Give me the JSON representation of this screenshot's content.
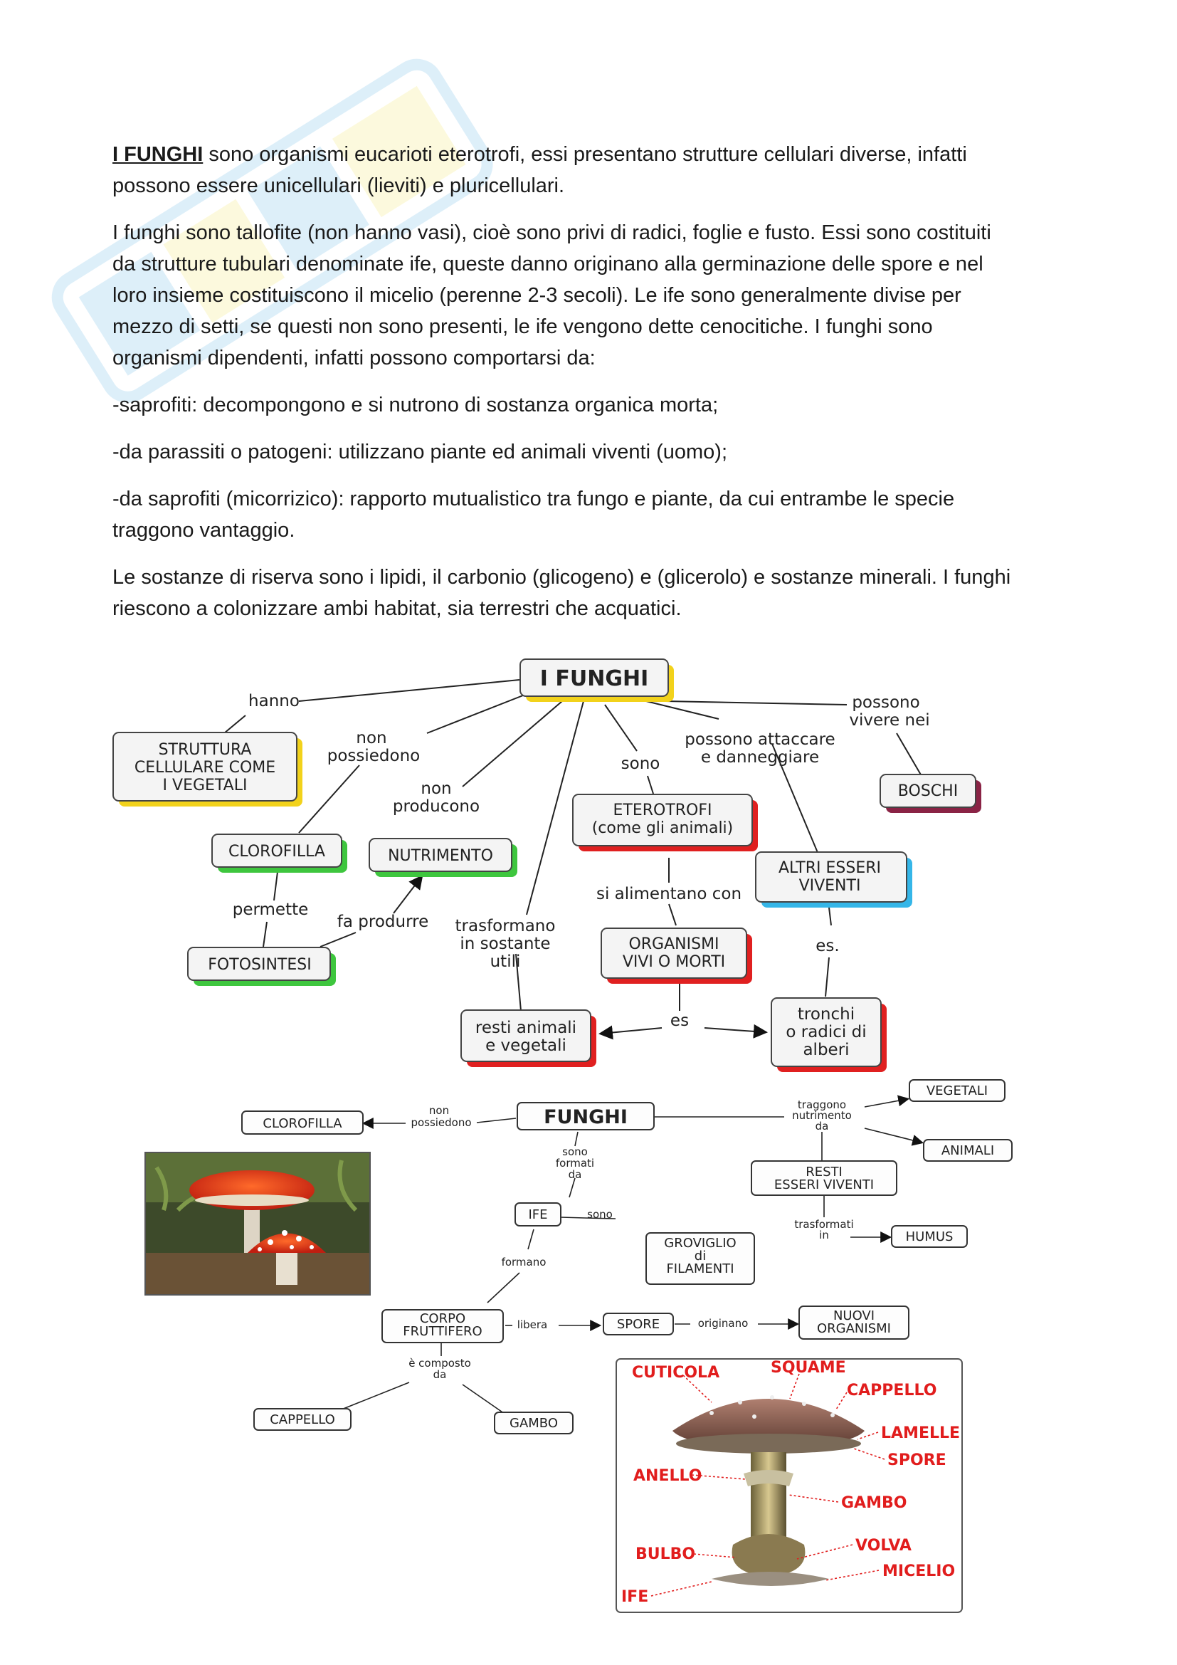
{
  "paragraphs": {
    "p1_lead": "I FUNGHI",
    "p1_rest_line1": " sono organismi eucarioti eterotrofi, essi presentano strutture cellulari diverse, infatti",
    "p1_line2": "possono essere unicellulari (lieviti) e pluricellulari.",
    "p2_line1": "I funghi sono tallofite (non hanno vasi), cioè sono privi di radici, foglie e fusto. Essi sono costituiti",
    "p2_line2": "da strutture tubulari denominate ife, queste danno originano alla germinazione delle spore e nel",
    "p2_line3": "loro insieme costituiscono il micelio (perenne 2-3 secoli). Le ife sono generalmente divise per",
    "p2_line4": "mezzo di setti, se questi non sono presenti, le ife vengono dette cenocitiche. I funghi sono",
    "p2_line5": "organismi dipendenti, infatti possono comportarsi da:",
    "p3": "-saprofiti: decompongono e si nutrono di sostanza organica morta;",
    "p4": "-da parassiti o patogeni: utilizzano piante ed animali viventi (uomo);",
    "p5_line1": "-da saprofiti (micorrizico): rapporto mutualistico tra fungo e piante, da cui entrambe le specie",
    "p5_line2": "traggono vantaggio.",
    "p6_line1": "Le sostanze di riserva sono i lipidi, il carbonio (glicogeno) e (glicerolo) e sostanze minerali. I funghi",
    "p6_line2": "riescono a colonizzare ambi habitat, sia terrestri che acquatici."
  },
  "map1": {
    "root": "I FUNGHI",
    "hanno": "hanno",
    "struttura": [
      "STRUTTURA",
      "CELLULARE COME",
      "I VEGETALI"
    ],
    "non_possiedono": [
      "non",
      "possiedono"
    ],
    "clorofilla": "CLOROFILLA",
    "permette": "permette",
    "fotosintesi": "FOTOSINTESI",
    "fa_produrre": "fa produrre",
    "non_producono": [
      "non",
      "producono"
    ],
    "nutrimento": "NUTRIMENTO",
    "trasformano": [
      "trasformano",
      "in sostante",
      "utili"
    ],
    "resti": [
      "resti animali",
      "e vegetali"
    ],
    "sono": "sono",
    "eterotrofi": [
      "ETEROTROFI",
      "(come gli animali)"
    ],
    "si_alimentano": "si alimentano con",
    "organismi": [
      "ORGANISMI",
      "VIVI O MORTI"
    ],
    "es1": "es",
    "attaccare": [
      "possono attaccare",
      "e danneggiare"
    ],
    "altri": [
      "ALTRI ESSERI",
      "VIVENTI"
    ],
    "es2": "es.",
    "tronchi": [
      "tronchi",
      "o radici di",
      "alberi"
    ],
    "vivere": [
      "possono",
      "vivere nei"
    ],
    "boschi": "BOSCHI"
  },
  "map2": {
    "root": "FUNGHI",
    "clorofilla": "CLOROFILLA",
    "non_possiedono": [
      "non",
      "possiedono"
    ],
    "sono_formati": [
      "sono",
      "formati",
      "da"
    ],
    "ife": "IFE",
    "sono": "sono",
    "groviglio": [
      "GROVIGLIO",
      "di",
      "FILAMENTI"
    ],
    "formano": "formano",
    "corpo": [
      "CORPO",
      "FRUTTIFERO"
    ],
    "libera": "libera",
    "spore": "SPORE",
    "originano": "originano",
    "nuovi": [
      "NUOVI",
      "ORGANISMI"
    ],
    "composto": [
      "è composto",
      "da"
    ],
    "cappello": "CAPPELLO",
    "gambo": "GAMBO",
    "traggono": [
      "traggono",
      "nutrimento",
      "da"
    ],
    "vegetali": "VEGETALI",
    "animali": "ANIMALI",
    "resti": [
      "RESTI",
      "ESSERI VIVENTI"
    ],
    "trasformati": [
      "trasformati",
      "in"
    ],
    "humus": "HUMUS"
  },
  "diagram": {
    "labels": [
      "CUTICOLA",
      "SQUAME",
      "CAPPELLO",
      "LAMELLE",
      "SPORE",
      "ANELLO",
      "GAMBO",
      "VOLVA",
      "BULBO",
      "MICELIO",
      "IFE"
    ]
  },
  "colors": {
    "yellow_shadow": "#f2d21b",
    "green_shadow": "#3ec63e",
    "red_shadow": "#e02020",
    "blue_shadow": "#35b6e8",
    "maroon_shadow": "#8a2345",
    "label_red": "#e11d1d"
  }
}
